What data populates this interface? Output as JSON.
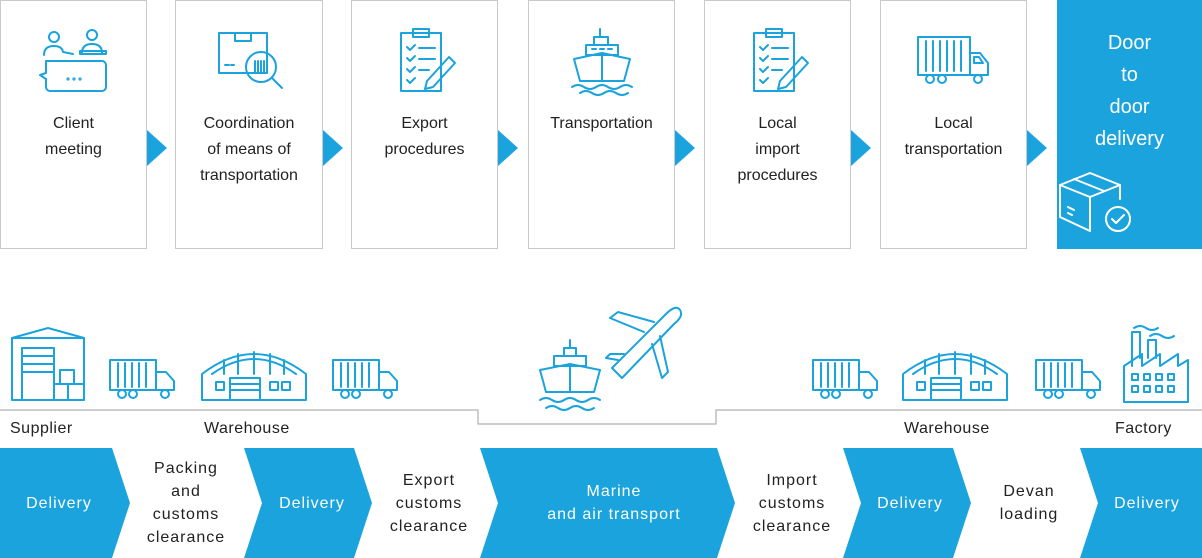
{
  "process": {
    "steps": [
      {
        "lines": [
          "Client",
          "meeting"
        ],
        "icon": "client-meeting-icon"
      },
      {
        "lines": [
          "Coordination",
          "of means of",
          "transportation"
        ],
        "icon": "package-inspection-icon"
      },
      {
        "lines": [
          "Export",
          "procedures"
        ],
        "icon": "checklist-icon"
      },
      {
        "lines": [
          "Transportation"
        ],
        "icon": "ship-icon"
      },
      {
        "lines": [
          "Local",
          "import",
          "procedures"
        ],
        "icon": "checklist-icon"
      },
      {
        "lines": [
          "Local",
          "transportation"
        ],
        "icon": "truck-icon"
      }
    ],
    "final": {
      "lines": [
        "Door",
        "to",
        "door",
        "delivery"
      ],
      "icon": "delivered-box-icon"
    }
  },
  "places": {
    "supplier": "Supplier",
    "warehouse_left": "Warehouse",
    "warehouse_right": "Warehouse",
    "factory": "Factory"
  },
  "flow": [
    {
      "lines": [
        "Delivery"
      ],
      "style": "blue"
    },
    {
      "lines": [
        "Packing",
        "and",
        "customs",
        "clearance"
      ],
      "style": "white"
    },
    {
      "lines": [
        "Delivery"
      ],
      "style": "blue"
    },
    {
      "lines": [
        "Export",
        "customs",
        "clearance"
      ],
      "style": "white"
    },
    {
      "lines": [
        "Marine",
        "and air transport"
      ],
      "style": "blue"
    },
    {
      "lines": [
        "Import",
        "customs",
        "clearance"
      ],
      "style": "white"
    },
    {
      "lines": [
        "Delivery"
      ],
      "style": "blue"
    },
    {
      "lines": [
        "Devan",
        "loading"
      ],
      "style": "white"
    },
    {
      "lines": [
        "Delivery"
      ],
      "style": "blue"
    }
  ],
  "colors": {
    "accent": "#1aa3dc",
    "border": "#c9c9c9",
    "text": "#222222"
  }
}
